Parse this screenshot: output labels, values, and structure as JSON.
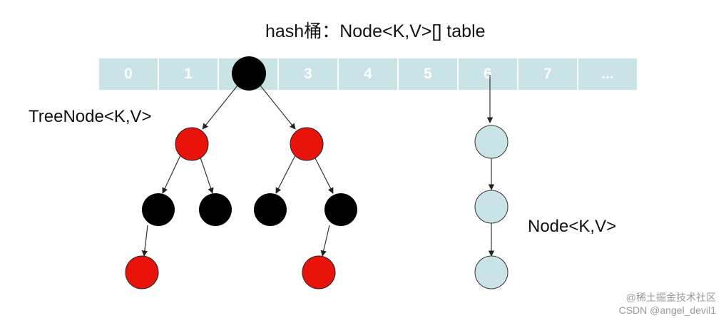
{
  "title": "hash桶：Node<K,V>[] table",
  "table_cells": [
    "0",
    "1",
    "",
    "3",
    "4",
    "5",
    "6",
    "7",
    "..."
  ],
  "labels": {
    "treenode": "TreeNode<K,V>",
    "node": "Node<K,V>"
  },
  "colors": {
    "cell_fill": "#c9e3e6",
    "black_node": "#000000",
    "red_node": "#e8140b",
    "list_node": "#c9e3e6"
  },
  "watermark": {
    "line1": "@稀土掘金技术社区",
    "line2": "CSDN @angel_devil1"
  }
}
